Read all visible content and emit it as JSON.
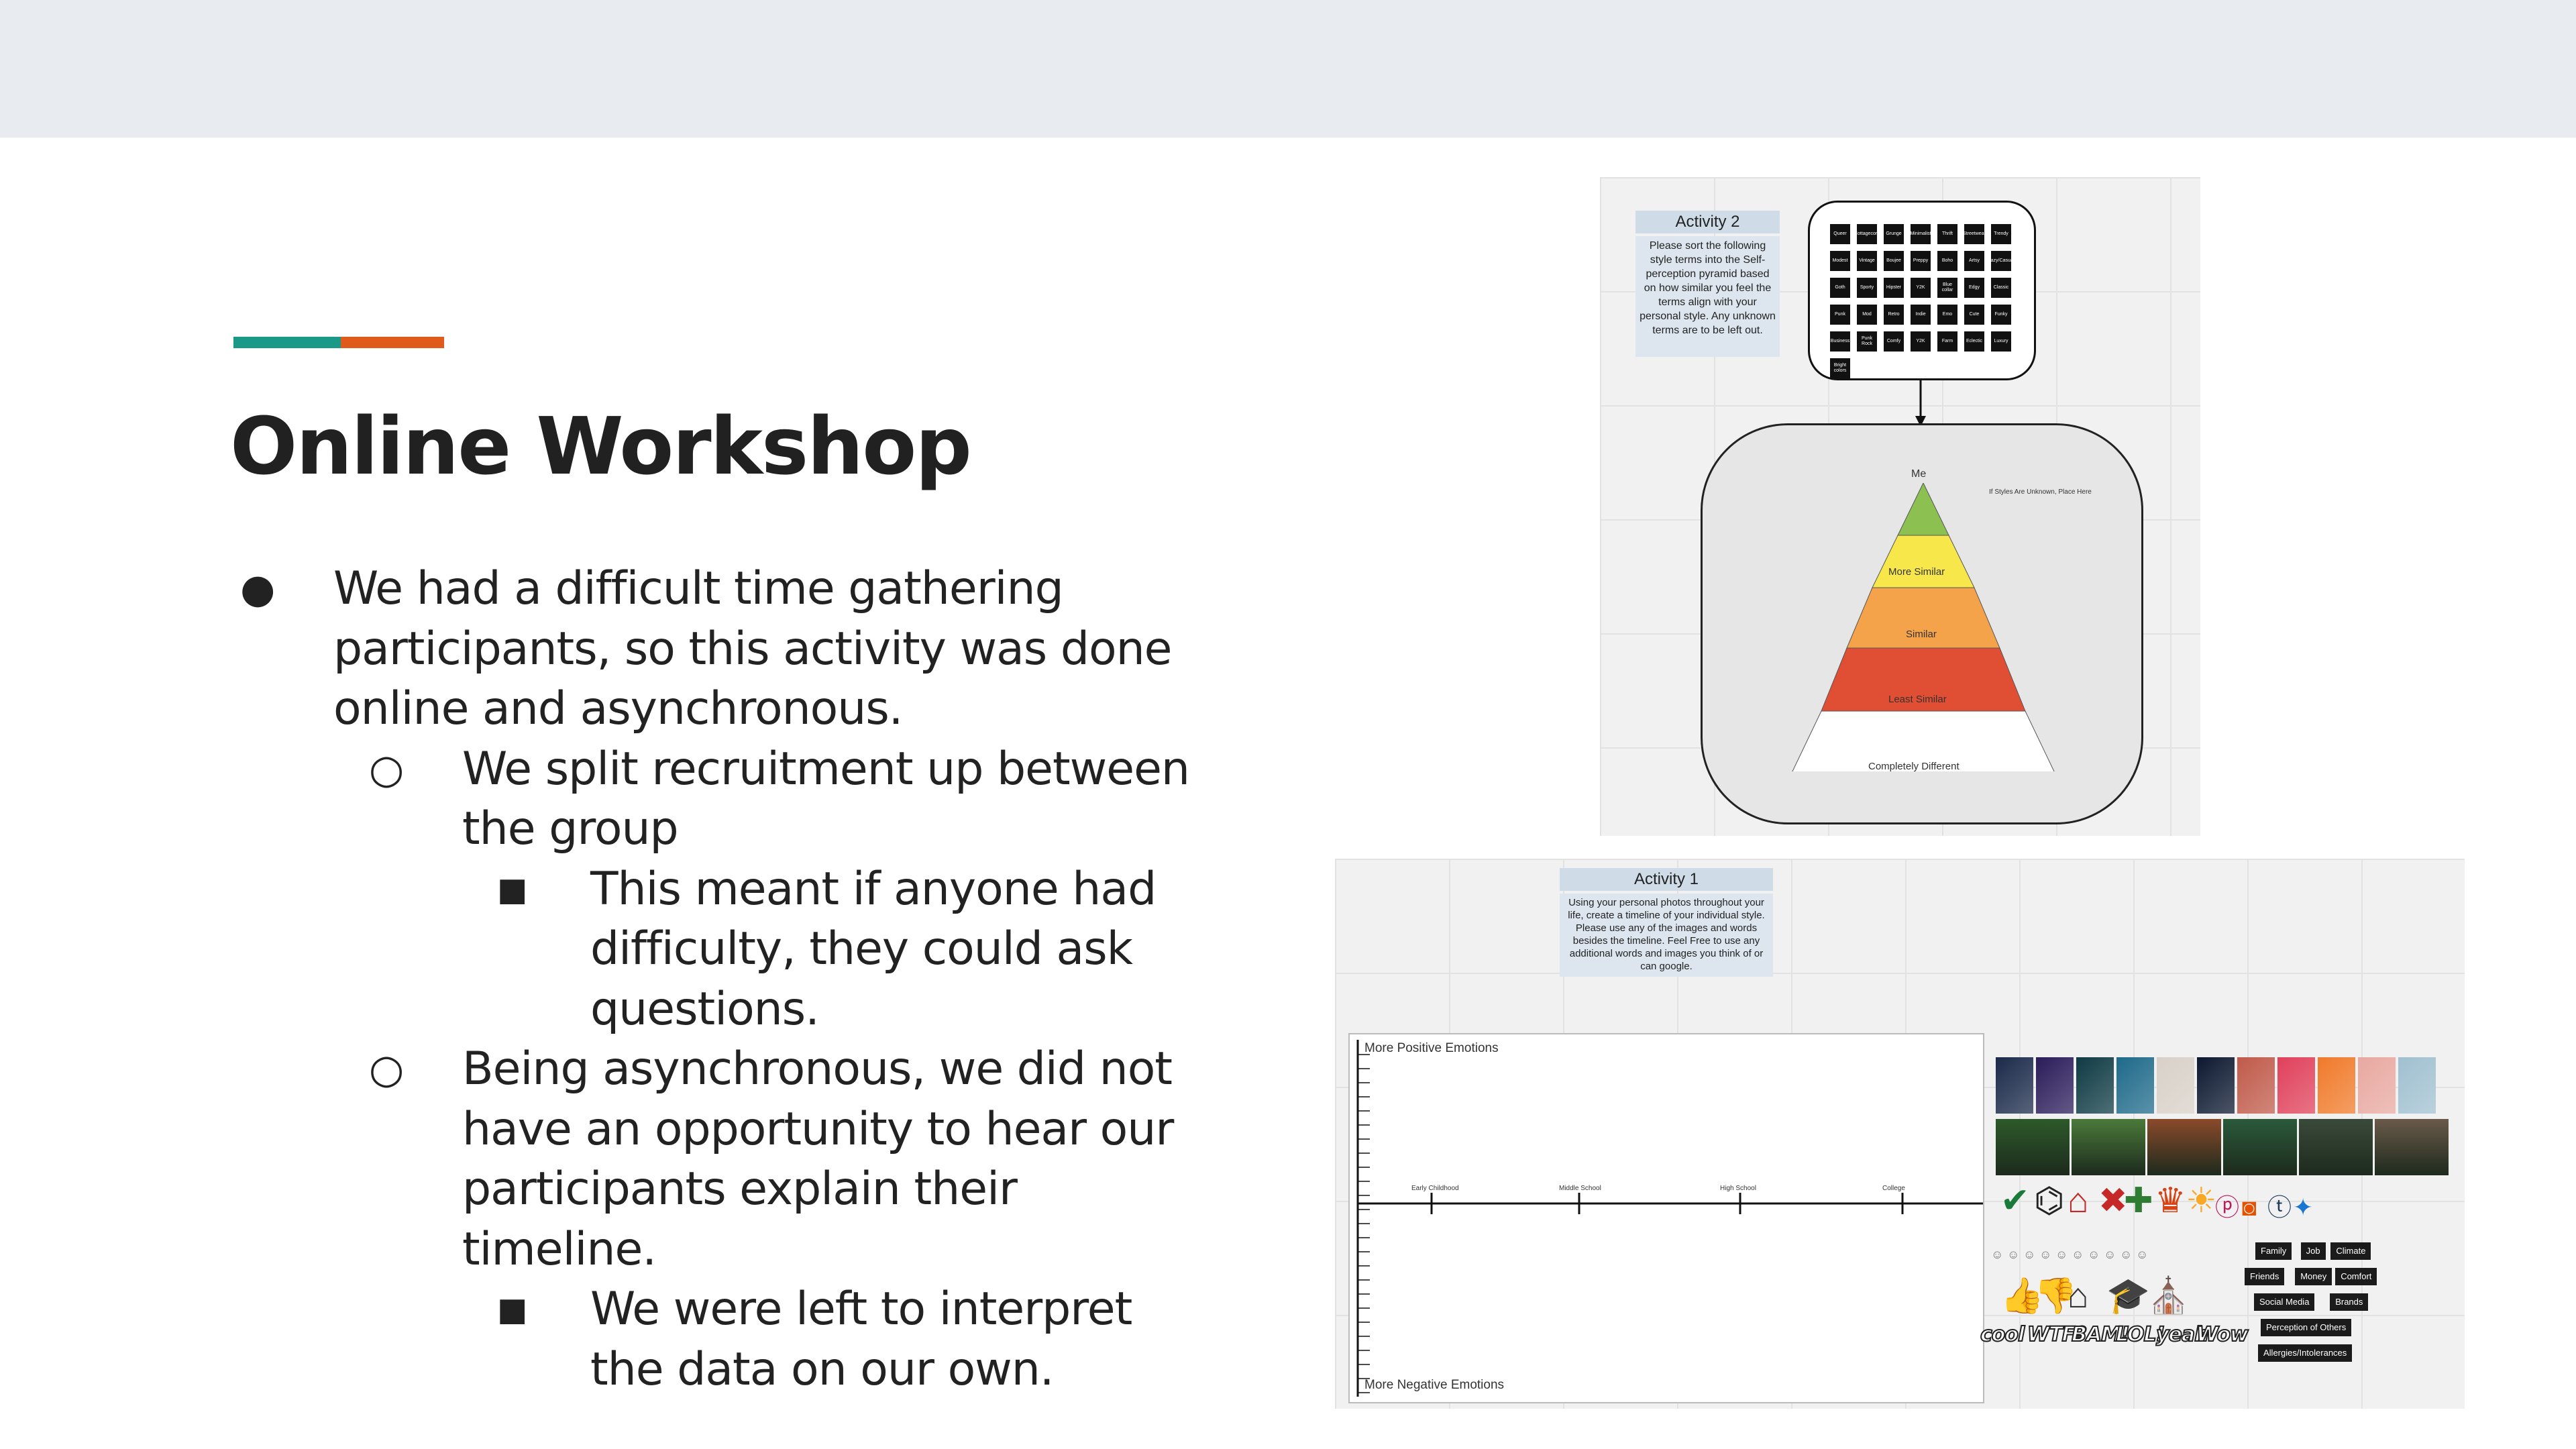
{
  "slide": {
    "title": "Online Workshop",
    "accent_colors": [
      "#1a9988",
      "#e05a1b"
    ],
    "bullets": [
      {
        "level": 1,
        "marker": "●",
        "lines": [
          "We had a difficult time gathering",
          "participants, so this activity was done",
          "online and asynchronous."
        ]
      },
      {
        "level": 2,
        "marker": "○",
        "lines": [
          "We split recruitment up between",
          "the group"
        ]
      },
      {
        "level": 3,
        "marker": "■",
        "lines": [
          "This meant if anyone had",
          "difficulty, they could ask",
          "questions."
        ]
      },
      {
        "level": 2,
        "marker": "○",
        "lines": [
          "Being asynchronous, we did not",
          "have an opportunity to hear our",
          "participants explain their",
          "timeline."
        ]
      },
      {
        "level": 3,
        "marker": "■",
        "lines": [
          "We were left to interpret",
          "the data on our own."
        ]
      }
    ]
  },
  "activity2": {
    "label": "Activity 2",
    "instructions": "Please sort the following style terms into the Self-perception pyramid based on how similar you feel the terms align with your personal style. Any unknown terms are to be left out.",
    "unknown_note": "If Styles Are Unknown, Place Here",
    "pyramid_top_label": "Me",
    "tiers": [
      {
        "label": "More Similar",
        "color": "#8cc152"
      },
      {
        "label": "Similar",
        "color": "#f7e74a"
      },
      {
        "label": "Least Similar",
        "color": "#f5a34a"
      },
      {
        "label": "Completely Different",
        "color": "#e04e33"
      }
    ],
    "terms": [
      "Queer",
      "Cottagecore",
      "Grunge",
      "Minimalist",
      "Thrift",
      "Streetwear",
      "Trendy",
      "Modest",
      "Vintage",
      "Boujee",
      "Preppy",
      "Boho",
      "Artsy",
      "Lazy/Casual",
      "Goth",
      "Sporty",
      "Hipster",
      "Y2K",
      "Blue collar",
      "Edgy",
      "Classic",
      "Punk",
      "Mod",
      "Retro",
      "Indie",
      "Emo",
      "Cute",
      "Funky",
      "Business",
      "Punk Rock",
      "Comfy",
      "Y2K",
      "Farm",
      "Eclectic",
      "Luxury",
      "Bright colors"
    ]
  },
  "activity1": {
    "label": "Activity 1",
    "instructions": "Using your personal photos throughout your life, create a timeline of your individual style. Please use any of the images and words besides the timeline. Feel Free to use any additional words and images you think of or can google.",
    "positive_label": "More Positive Emotions",
    "negative_label": "More Negative Emotions",
    "timeline_stages": [
      "Early Childhood",
      "Middle School",
      "High School",
      "College"
    ],
    "word_tags": [
      [
        "Family",
        "Job",
        "Climate"
      ],
      [
        "Friends",
        "Money",
        "Comfort"
      ],
      [
        "Social Media",
        "Brands"
      ],
      [
        "Perception of Others"
      ],
      [
        "Allergies/Intolerances"
      ]
    ],
    "stickers": [
      "cool",
      "WTF?",
      "BAM!",
      "LOL!",
      "yeah",
      "Wow"
    ],
    "photo_colors_row1": [
      "#1b2a4a",
      "#2a1c5a",
      "#0e3a44",
      "#1e6a8a",
      "#d8d0c8",
      "#0c1830",
      "#c05a4a",
      "#e0405a",
      "#f07a2a",
      "#e8a8a0",
      "#a0c0d0"
    ],
    "photo_colors_row2": [
      "#2d5a2a",
      "#4a7a3a",
      "#8a4a2a",
      "#2a5a3a",
      "#3a4a3a",
      "#6a5a4a"
    ],
    "icons": [
      "check-icon",
      "binoculars-icon",
      "house-icon",
      "x-icon",
      "puzzle-icon",
      "crown-icon",
      "sun-icon",
      "pinterest-icon",
      "instagram-icon",
      "tumblr-icon",
      "twitter-icon",
      "thumbs-up-icon",
      "thumbs-down-icon",
      "school-icon",
      "graduation-cap-icon",
      "church-icon"
    ]
  }
}
